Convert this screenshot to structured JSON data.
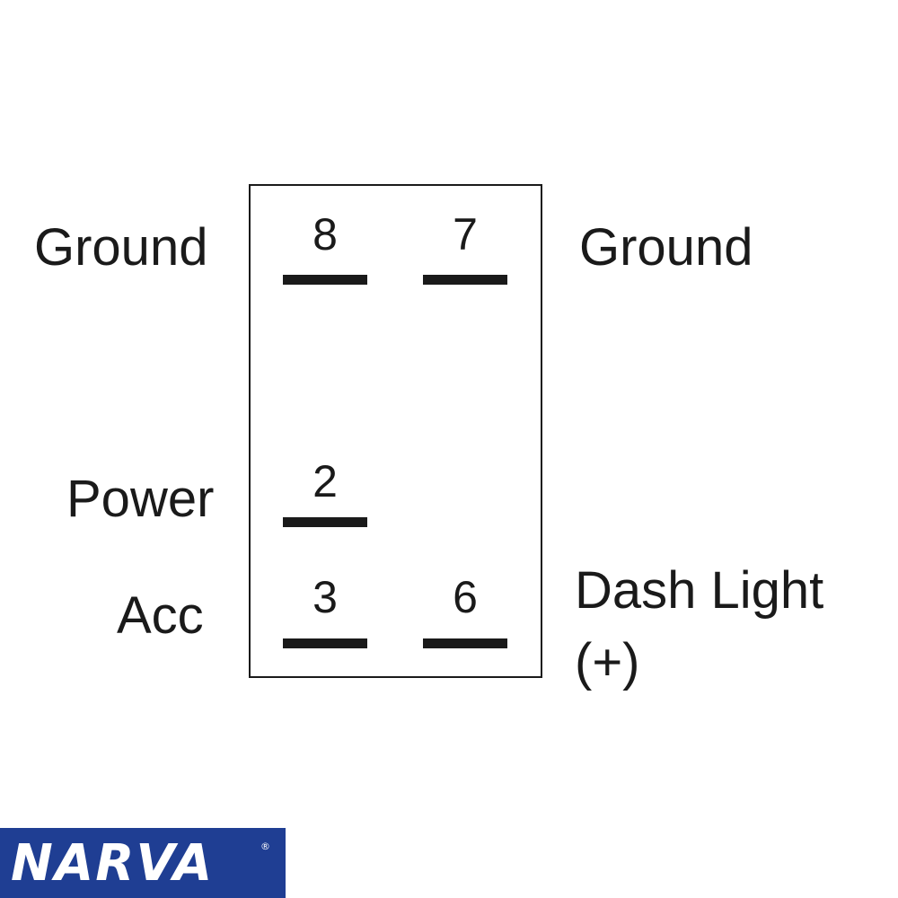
{
  "diagram": {
    "pins": [
      {
        "number": "8",
        "label": "Ground"
      },
      {
        "number": "7",
        "label": "Ground"
      },
      {
        "number": "2",
        "label": "Power"
      },
      {
        "number": "3",
        "label": "Acc"
      },
      {
        "number": "6",
        "label_line1": "Dash Light",
        "label_line2": "(+)"
      }
    ]
  },
  "logo": {
    "text": "NARVA",
    "registered": "®",
    "background_color": "#1f3e93"
  }
}
